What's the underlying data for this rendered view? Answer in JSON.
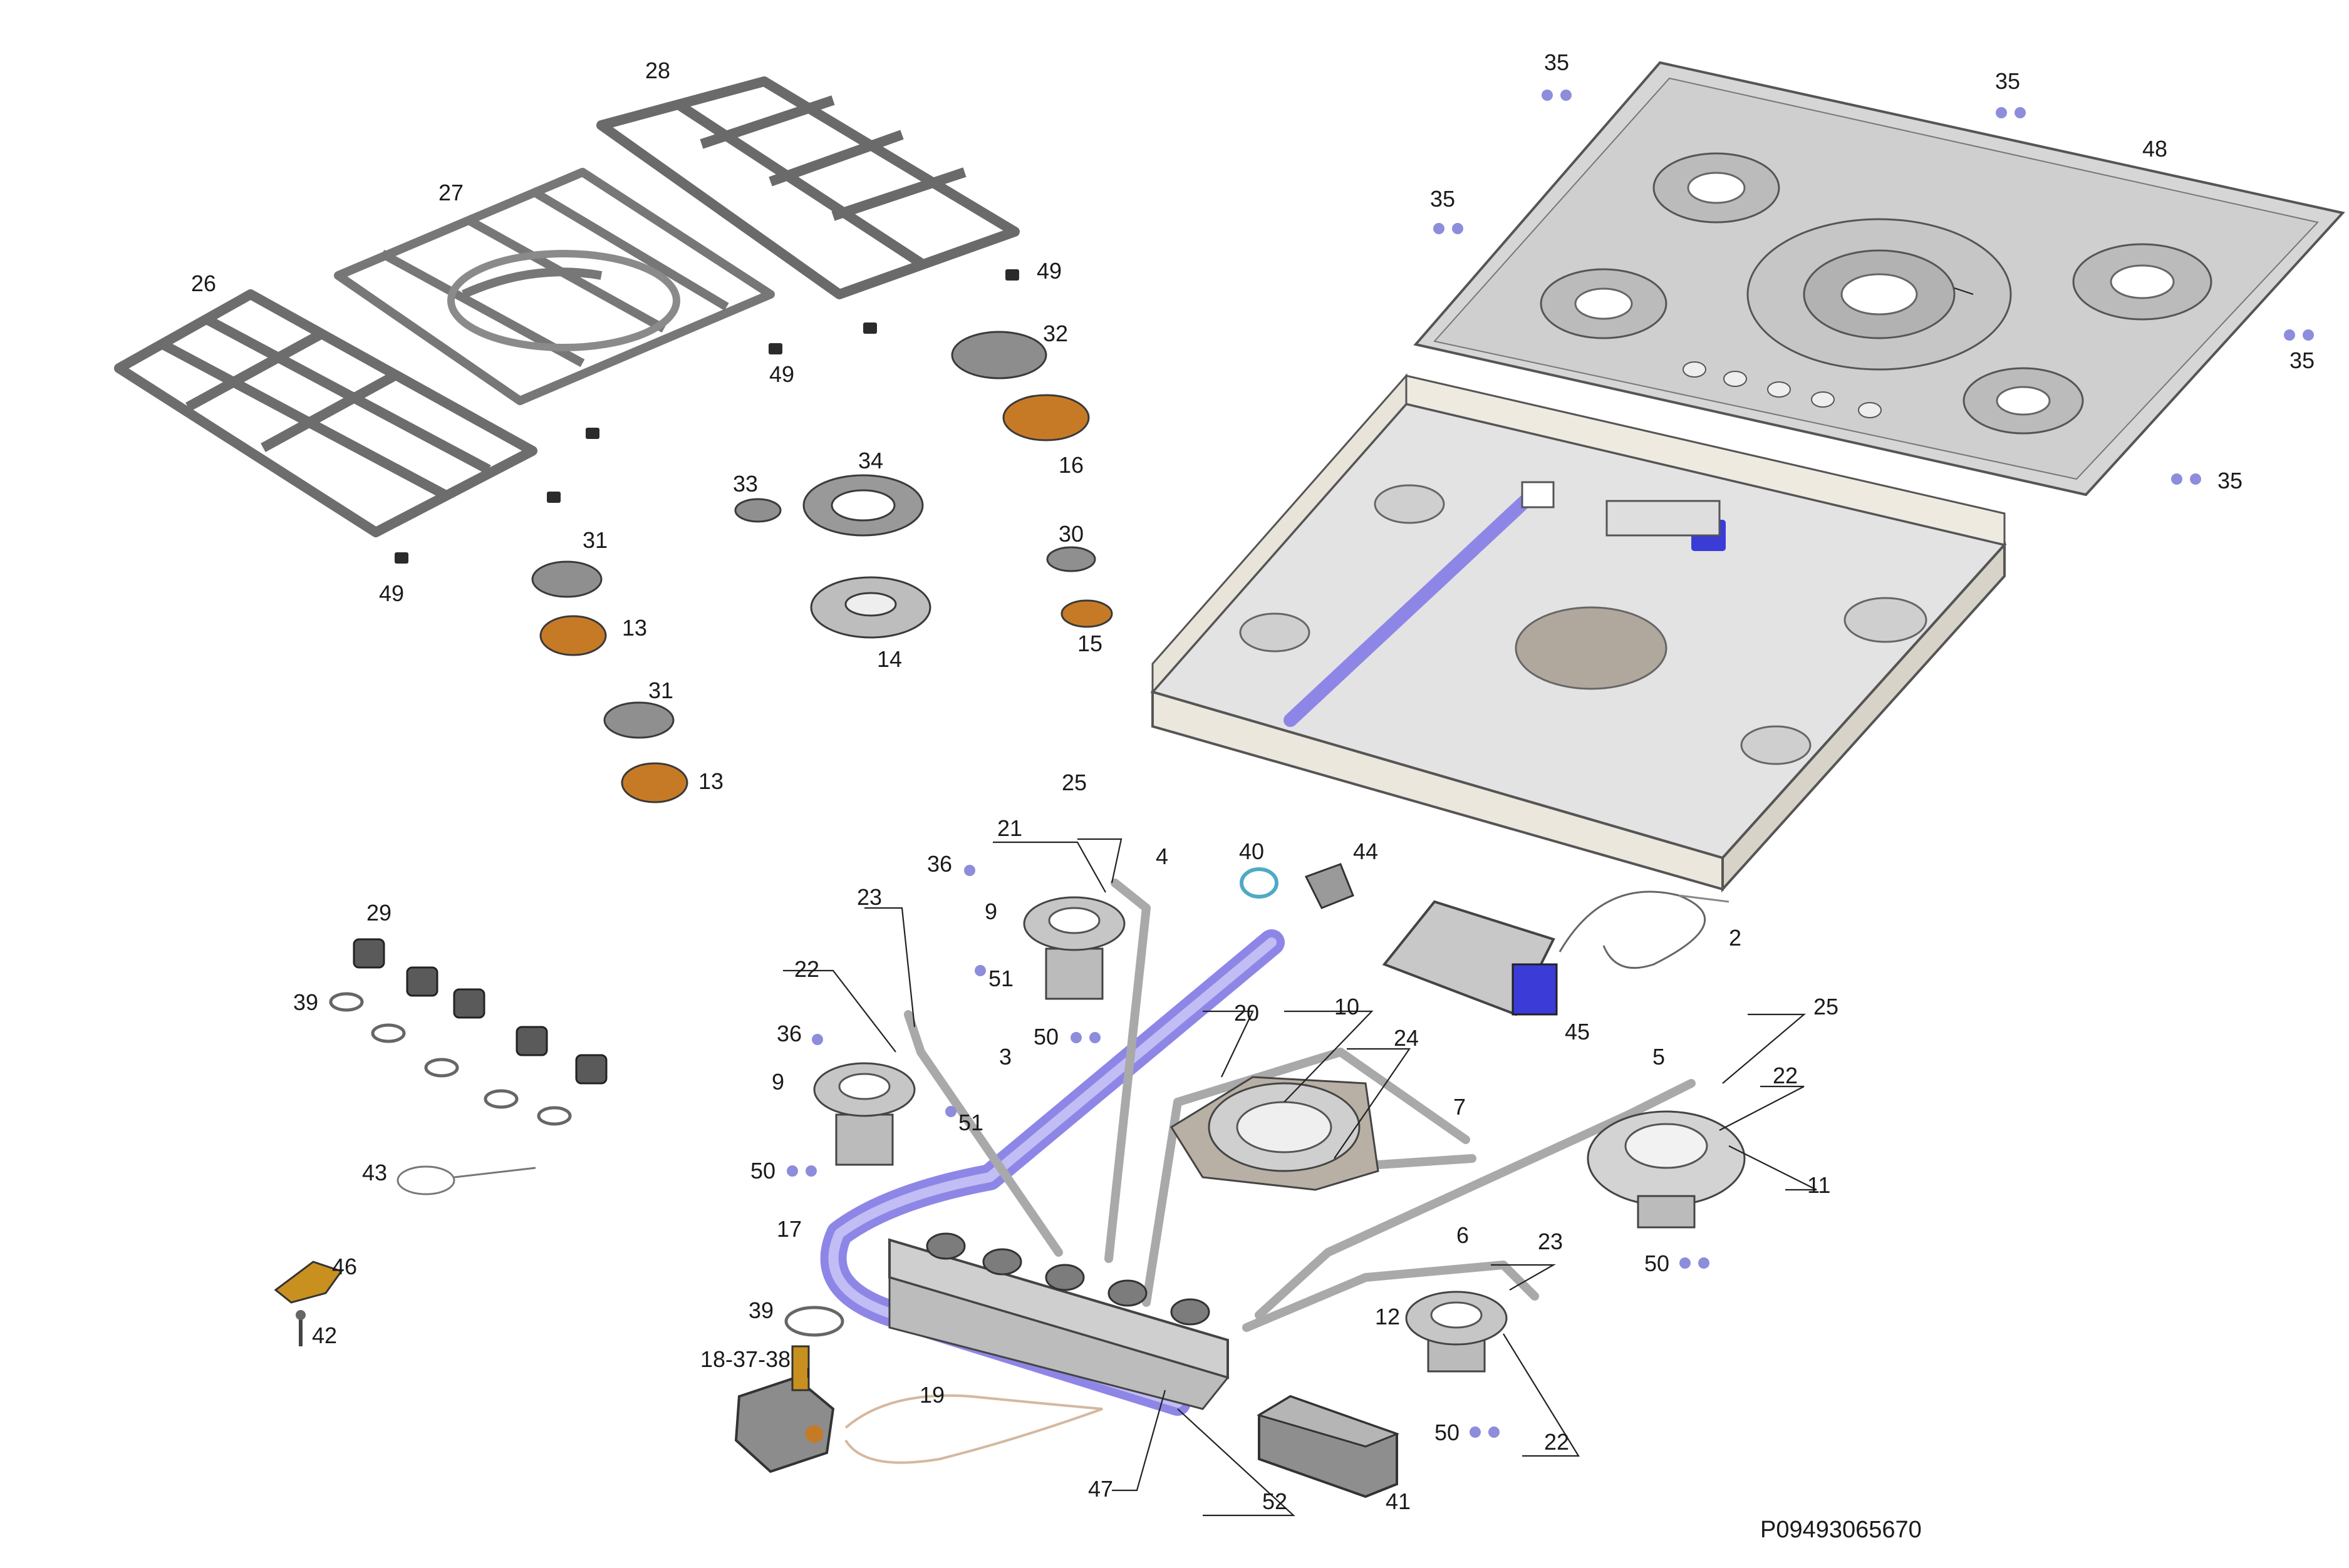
{
  "diagram": {
    "reference_code": "P09493065670",
    "colors": {
      "burner_cap_copper": "#c77a26",
      "gas_pipe_blue": "#8e86e6",
      "spark_unit_blue": "#3b3bd8",
      "metal_light": "#d9d9d9",
      "metal_dark": "#7c7c7c",
      "frame_beige": "#ece7dc"
    },
    "callouts": {
      "p2": "2",
      "p3": "3",
      "p4": "4",
      "p5": "5",
      "p6": "6",
      "p7": "7",
      "p9a": "9",
      "p9b": "9",
      "p10": "10",
      "p11": "11",
      "p12": "12",
      "p13a": "13",
      "p13b": "13",
      "p14": "14",
      "p15": "15",
      "p16": "16",
      "p17": "17",
      "p18": "18-37-38",
      "p19": "19",
      "p20": "20",
      "p21": "21",
      "p22a": "22",
      "p22b": "22",
      "p22c": "22",
      "p23a": "23",
      "p23b": "23",
      "p24": "24",
      "p25a": "25",
      "p25b": "25",
      "p26": "26",
      "p27": "27",
      "p28": "28",
      "p29": "29",
      "p30": "30",
      "p31a": "31",
      "p31b": "31",
      "p32": "32",
      "p33": "33",
      "p34": "34",
      "p35a": "35",
      "p35b": "35",
      "p35c": "35",
      "p35d": "35",
      "p35e": "35",
      "p36a": "36",
      "p36b": "36",
      "p39a": "39",
      "p39b": "39",
      "p40": "40",
      "p41": "41",
      "p42": "42",
      "p43": "43",
      "p44": "44",
      "p45": "45",
      "p46": "46",
      "p47": "47",
      "p48": "48",
      "p49a": "49",
      "p49b": "49",
      "p49c": "49",
      "p50a": "50",
      "p50b": "50",
      "p50c": "50",
      "p50d": "50",
      "p51a": "51",
      "p51b": "51",
      "p52": "52"
    }
  }
}
